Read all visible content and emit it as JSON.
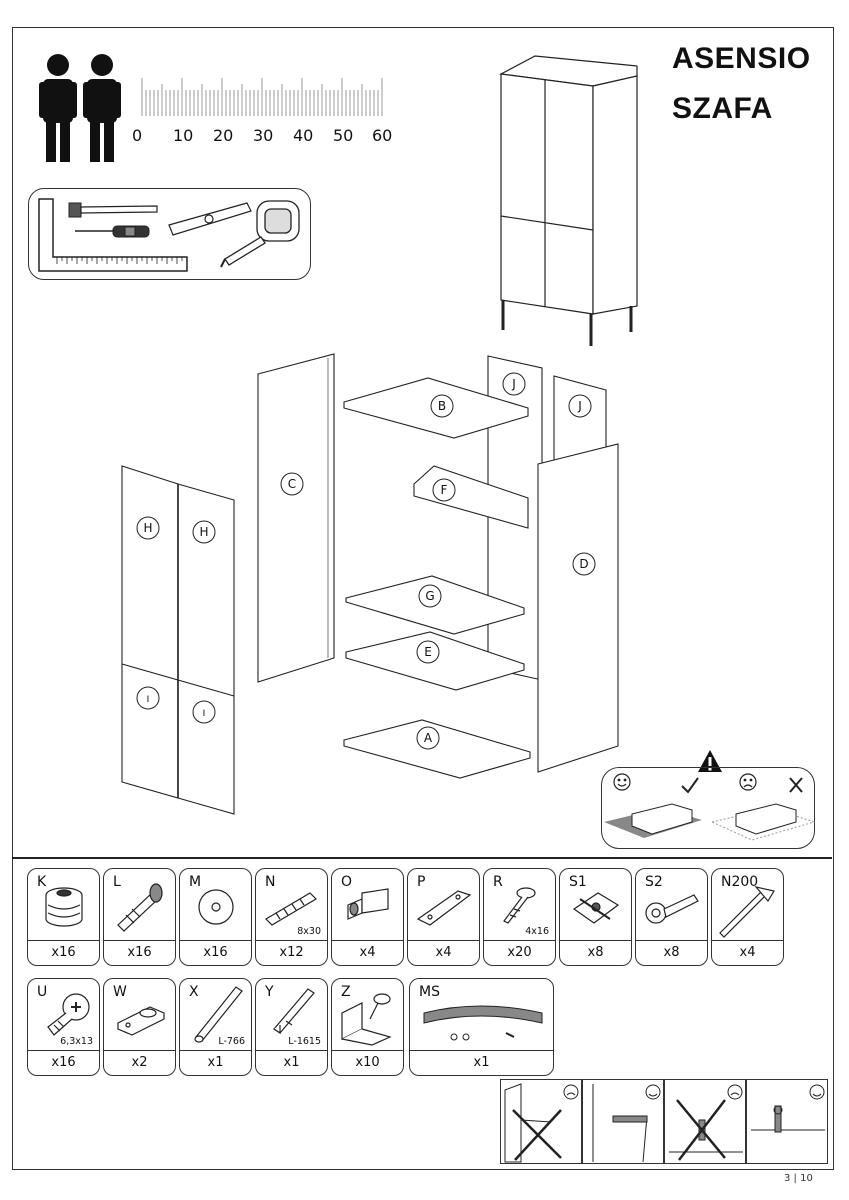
{
  "header": {
    "title_line1": "ASENSIO",
    "title_line2": "SZAFA"
  },
  "time_scale": {
    "labels": [
      "0",
      "10",
      "20",
      "30",
      "40",
      "50",
      "60"
    ],
    "persons_icon": "two-persons-icon"
  },
  "tools": [
    "carpenter-square-icon",
    "hammer-icon",
    "screwdriver-icon",
    "spirit-level-icon",
    "tape-measure-icon"
  ],
  "panels": {
    "A": "A",
    "B": "B",
    "C": "C",
    "D": "D",
    "E": "E",
    "F": "F",
    "G": "G",
    "H1": "H",
    "H2": "H",
    "I1": "I",
    "I2": "I",
    "J1": "J",
    "J2": "J"
  },
  "hardware_row1": [
    {
      "code": "K",
      "qty": "x16",
      "dim": ""
    },
    {
      "code": "L",
      "qty": "x16",
      "dim": ""
    },
    {
      "code": "M",
      "qty": "x16",
      "dim": ""
    },
    {
      "code": "N",
      "qty": "x12",
      "dim": "8x30"
    },
    {
      "code": "O",
      "qty": "x4",
      "dim": ""
    },
    {
      "code": "P",
      "qty": "x4",
      "dim": ""
    },
    {
      "code": "R",
      "qty": "x20",
      "dim": "4x16"
    },
    {
      "code": "S1",
      "qty": "x8",
      "dim": ""
    },
    {
      "code": "S2",
      "qty": "x8",
      "dim": ""
    },
    {
      "code": "N200",
      "qty": "x4",
      "dim": ""
    }
  ],
  "hardware_row2": [
    {
      "code": "U",
      "qty": "x16",
      "dim": "6,3x13"
    },
    {
      "code": "W",
      "qty": "x2",
      "dim": ""
    },
    {
      "code": "X",
      "qty": "x1",
      "dim": "L-766"
    },
    {
      "code": "Y",
      "qty": "x1",
      "dim": "L-1615"
    },
    {
      "code": "Z",
      "qty": "x10",
      "dim": ""
    },
    {
      "code": "MS",
      "qty": "x1",
      "dim": ""
    }
  ],
  "footer": {
    "page": "3 | 10"
  }
}
